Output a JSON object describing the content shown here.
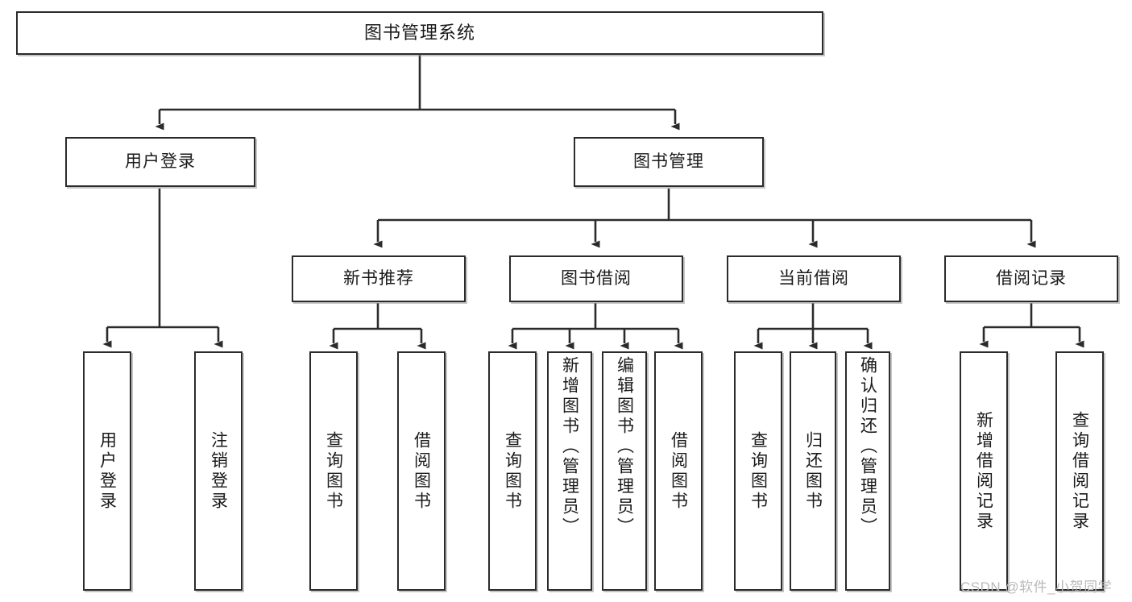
{
  "diagram": {
    "type": "hierarchy-tree",
    "title": "图书管理系统",
    "watermark": "CSDN @软件_小贺同学",
    "colors": {
      "box_border": "#2b2b2b",
      "box_fill": "#ffffff",
      "edge": "#2b2b2b",
      "text": "#1a1a1a",
      "watermark": "#b9b9b9"
    },
    "nodes": {
      "root": {
        "label": "图书管理系统",
        "level": 0
      },
      "user_login": {
        "label": "用户登录",
        "level": 1
      },
      "book_manage": {
        "label": "图书管理",
        "level": 1
      },
      "new_book_rec": {
        "label": "新书推荐",
        "level": 2
      },
      "book_borrow": {
        "label": "图书借阅",
        "level": 2
      },
      "current_borrow": {
        "label": "当前借阅",
        "level": 2
      },
      "borrow_record": {
        "label": "借阅记录",
        "level": 2
      },
      "leaf_user_login": {
        "label": "用户登录",
        "level": 3
      },
      "leaf_logout_login": {
        "label": "注销登录",
        "level": 3
      },
      "leaf_query_book_1": {
        "label": "查询图书",
        "level": 3
      },
      "leaf_borrow_book_1": {
        "label": "借阅图书",
        "level": 3
      },
      "leaf_query_book_2": {
        "label": "查询图书",
        "level": 3
      },
      "leaf_add_book": {
        "label": "新增图书（管理员）",
        "level": 3
      },
      "leaf_edit_book": {
        "label": "编辑图书（管理员）",
        "level": 3
      },
      "leaf_borrow_book_2": {
        "label": "借阅图书",
        "level": 3
      },
      "leaf_query_book_3": {
        "label": "查询图书",
        "level": 3
      },
      "leaf_return_book": {
        "label": "归还图书",
        "level": 3
      },
      "leaf_confirm_return": {
        "label": "确认归还（管理员）",
        "level": 3
      },
      "leaf_add_record": {
        "label": "新增借阅记录",
        "level": 3
      },
      "leaf_query_record": {
        "label": "查询借阅记录",
        "level": 3
      }
    },
    "edges": [
      {
        "from": "root",
        "to": "user_login"
      },
      {
        "from": "root",
        "to": "book_manage"
      },
      {
        "from": "user_login",
        "to": "leaf_user_login"
      },
      {
        "from": "user_login",
        "to": "leaf_logout_login"
      },
      {
        "from": "book_manage",
        "to": "new_book_rec"
      },
      {
        "from": "book_manage",
        "to": "book_borrow"
      },
      {
        "from": "book_manage",
        "to": "current_borrow"
      },
      {
        "from": "book_manage",
        "to": "borrow_record"
      },
      {
        "from": "new_book_rec",
        "to": "leaf_query_book_1"
      },
      {
        "from": "new_book_rec",
        "to": "leaf_borrow_book_1"
      },
      {
        "from": "book_borrow",
        "to": "leaf_query_book_2"
      },
      {
        "from": "book_borrow",
        "to": "leaf_add_book"
      },
      {
        "from": "book_borrow",
        "to": "leaf_edit_book"
      },
      {
        "from": "book_borrow",
        "to": "leaf_borrow_book_2"
      },
      {
        "from": "current_borrow",
        "to": "leaf_query_book_3"
      },
      {
        "from": "current_borrow",
        "to": "leaf_return_book"
      },
      {
        "from": "current_borrow",
        "to": "leaf_confirm_return"
      },
      {
        "from": "borrow_record",
        "to": "leaf_add_record"
      },
      {
        "from": "borrow_record",
        "to": "leaf_query_record"
      }
    ]
  }
}
